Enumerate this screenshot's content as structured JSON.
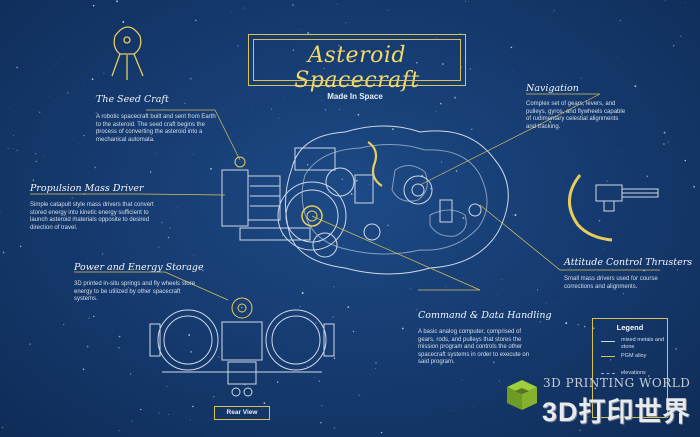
{
  "title": "Asteroid Spacecraft",
  "subtitle": "Made In Space",
  "callouts": {
    "seed_craft": {
      "heading": "The Seed Craft",
      "text": "A robotic spacecraft built and sent from Earth to the asteroid. The seed craft begins the process of converting the asteroid into a mechanical automata."
    },
    "propulsion": {
      "heading": "Propulsion Mass Driver",
      "text": "Simple catapult style mass drivers that convert stored energy into kinetic energy sufficient to launch asteroid materials opposite to desired direction of travel."
    },
    "power": {
      "heading": "Power and Energy Storage",
      "text": "3D printed in-situ springs and fly wheels store energy to be utilized by other spacecraft systems."
    },
    "navigation": {
      "heading": "Navigation",
      "text": "Complex set of gears, levers, and pulleys, gyros, and flywheels capable of rudimentary celestial alignments and tracking."
    },
    "attitude": {
      "heading": "Attitude Control Thrusters",
      "text": "Small mass drivers used for course corrections and alignments."
    },
    "command": {
      "heading": "Command & Data Handling",
      "text": "A basic analog computer, comprised of gears, rods, and pulleys that stores the mission program and controls the other spacecraft systems in order to execute on said program."
    }
  },
  "rear_view_label": "Rear View",
  "legend": {
    "title": "Legend",
    "items": [
      {
        "label": "mixed metals and stone",
        "color": "#cfd8e6"
      },
      {
        "label": "PGM alloy",
        "color": "#d9c15a"
      },
      {
        "label": "elevations",
        "color": "#9fb3cf"
      }
    ]
  },
  "watermark": {
    "english": "3D PRINTING WORLD",
    "chinese": "3D打印世界"
  },
  "colors": {
    "background": "#15396d",
    "accent": "#d9c15a",
    "line": "#cfd8e6"
  }
}
